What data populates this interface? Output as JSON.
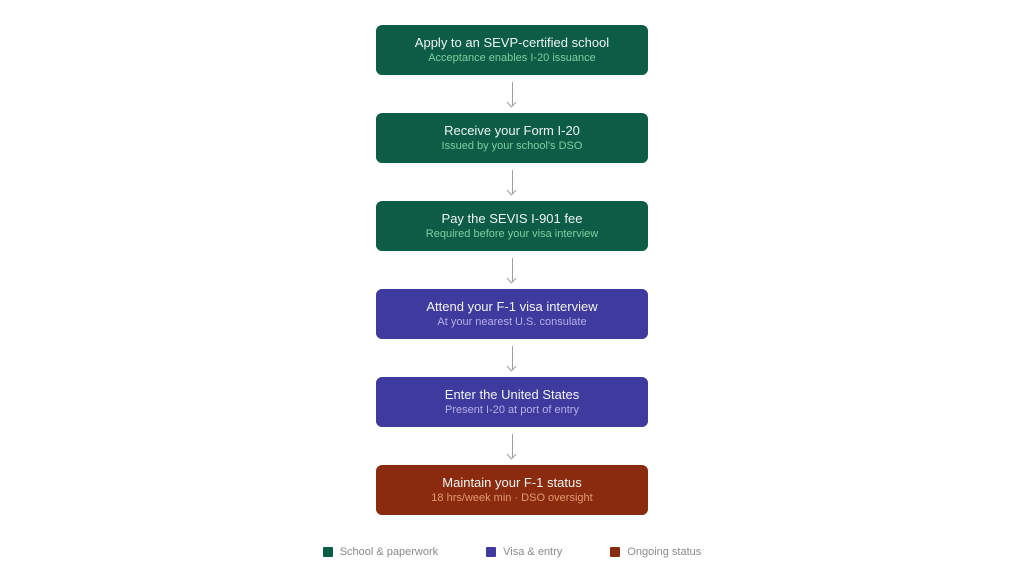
{
  "diagram": {
    "nodes": [
      {
        "title": "Apply to an SEVP-certified school",
        "subtitle": "Acceptance enables I-20 issuance",
        "category": "school"
      },
      {
        "title": "Receive your Form I-20",
        "subtitle": "Issued by your school's DSO",
        "category": "school"
      },
      {
        "title": "Pay the SEVIS I-901 fee",
        "subtitle": "Required before your visa interview",
        "category": "school"
      },
      {
        "title": "Attend your F-1 visa interview",
        "subtitle": "At your nearest U.S. consulate",
        "category": "visa"
      },
      {
        "title": "Enter the United States",
        "subtitle": "Present I-20 at port of entry",
        "category": "visa"
      },
      {
        "title": "Maintain your F-1 status",
        "subtitle": "18 hrs/week min · DSO oversight",
        "category": "ongoing"
      }
    ],
    "legend": [
      {
        "label": "School & paperwork",
        "category": "school"
      },
      {
        "label": "Visa & entry",
        "category": "visa"
      },
      {
        "label": "Ongoing status",
        "category": "ongoing"
      }
    ],
    "colors": {
      "school": "#0d5c46",
      "visa": "#3f3a9e",
      "ongoing": "#8a2b10",
      "school_subtitle": "#7ccfa0",
      "visa_subtitle": "#b6b0e8",
      "ongoing_subtitle": "#e29a6e",
      "node_title": "#eef6f1",
      "arrow": "#9e9e9e",
      "legend_label": "#8a8a8a"
    }
  }
}
